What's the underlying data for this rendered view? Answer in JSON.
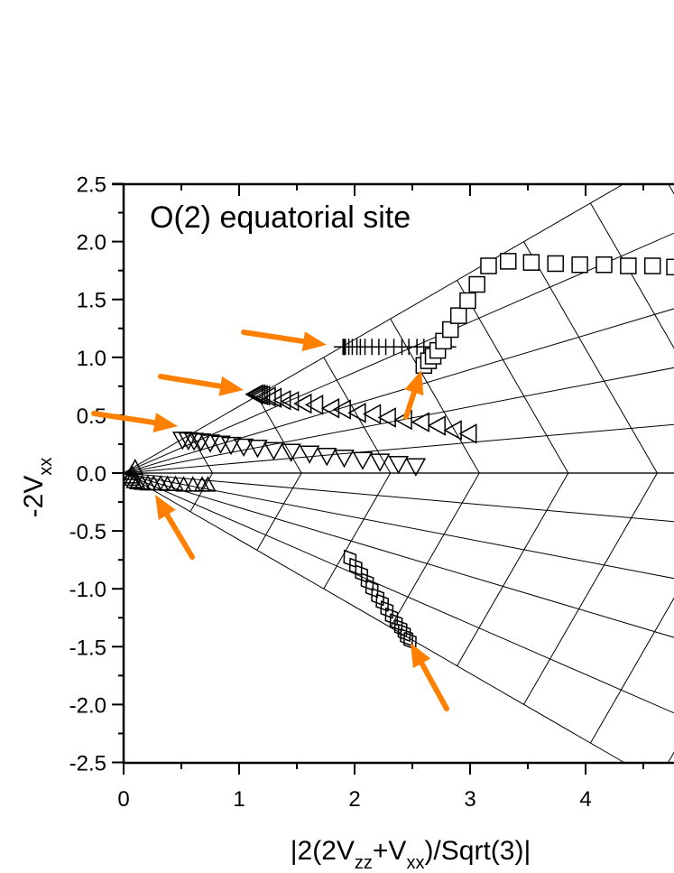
{
  "chart_data": {
    "type": "scatter",
    "title": "O(2) equatorial site",
    "xlabel": {
      "main1": "|2(2V",
      "sub1": "zz",
      "main2": "+V",
      "sub2": "xx",
      "main3": ")/Sqrt(3)|"
    },
    "ylabel": {
      "main": "-2V",
      "sub": "xx"
    },
    "xlim": [
      0,
      4.77
    ],
    "ylim": [
      -2.5,
      2.5
    ],
    "x_ticks": [
      "0",
      "1",
      "2",
      "3",
      "4"
    ],
    "y_ticks": [
      "-2.5",
      "-2.0",
      "-1.5",
      "-1.0",
      "-0.5",
      "0.0",
      "0.5",
      "1.0",
      "1.5",
      "2.0",
      "2.5"
    ],
    "grid": {
      "radial_slopes": [
        0,
        0.088,
        0.191,
        0.298,
        0.435,
        0.577,
        -0.088,
        -0.191,
        -0.298,
        -0.435,
        -0.577
      ],
      "arc_axis_spacing": 0.77,
      "arc_count": 8
    },
    "annotation_color": "#ff8000",
    "series": [
      {
        "marker": "cross",
        "x": [
          1.9,
          1.91,
          1.92,
          1.95,
          1.98,
          2.02,
          2.05,
          2.09,
          2.15,
          2.21,
          2.27,
          2.34,
          2.41,
          2.47,
          2.54,
          2.6
        ],
        "y": [
          1.09,
          1.09,
          1.09,
          1.09,
          1.09,
          1.09,
          1.09,
          1.09,
          1.09,
          1.09,
          1.09,
          1.09,
          1.09,
          1.09,
          1.09,
          1.09
        ]
      },
      {
        "marker": "square",
        "x": [
          2.6,
          2.64,
          2.68,
          2.72,
          2.77,
          2.83,
          2.9,
          2.98,
          3.06,
          3.16,
          3.33,
          3.53,
          3.74,
          3.95,
          4.16,
          4.37,
          4.58,
          4.77
        ],
        "y": [
          0.93,
          0.97,
          1.01,
          1.06,
          1.14,
          1.24,
          1.36,
          1.49,
          1.63,
          1.79,
          1.83,
          1.82,
          1.81,
          1.8,
          1.8,
          1.79,
          1.79,
          1.78
        ]
      },
      {
        "marker": "triangle-left",
        "x": [
          1.14,
          1.16,
          1.18,
          1.2,
          1.25,
          1.3,
          1.38,
          1.45,
          1.56,
          1.66,
          1.8,
          1.9,
          2.03,
          2.16,
          2.29,
          2.43,
          2.58,
          2.72,
          2.86,
          2.99
        ],
        "y": [
          0.68,
          0.68,
          0.675,
          0.67,
          0.66,
          0.65,
          0.63,
          0.62,
          0.6,
          0.59,
          0.56,
          0.55,
          0.52,
          0.51,
          0.48,
          0.46,
          0.44,
          0.41,
          0.37,
          0.34
        ]
      },
      {
        "marker": "triangle-down",
        "x": [
          0.51,
          0.56,
          0.61,
          0.67,
          0.75,
          0.84,
          0.93,
          1.04,
          1.16,
          1.3,
          1.45,
          1.61,
          1.76,
          1.91,
          2.07,
          2.22,
          2.38,
          2.53
        ],
        "y": [
          0.29,
          0.285,
          0.28,
          0.275,
          0.265,
          0.255,
          0.245,
          0.23,
          0.22,
          0.2,
          0.185,
          0.17,
          0.15,
          0.135,
          0.115,
          0.1,
          0.08,
          0.06
        ]
      },
      {
        "marker": "triangle-up",
        "x": [
          0.1,
          0.07,
          0.06,
          0.07,
          0.09,
          0.12,
          0.16,
          0.21,
          0.26,
          0.32,
          0.38,
          0.45,
          0.52,
          0.6,
          0.68,
          0.73
        ],
        "y": [
          0.05,
          0.0,
          -0.03,
          -0.05,
          -0.07,
          -0.08,
          -0.085,
          -0.09,
          -0.09,
          -0.09,
          -0.095,
          -0.095,
          -0.1,
          -0.1,
          -0.1,
          -0.1
        ]
      },
      {
        "marker": "diamond",
        "x": [
          1.96,
          2.01,
          2.06,
          2.11,
          2.15,
          2.2,
          2.24,
          2.28,
          2.32,
          2.36,
          2.4,
          2.43,
          2.45,
          2.48
        ],
        "y": [
          -0.74,
          -0.81,
          -0.87,
          -0.94,
          -1.0,
          -1.07,
          -1.12,
          -1.18,
          -1.24,
          -1.29,
          -1.34,
          -1.38,
          -1.42,
          -1.45
        ]
      }
    ]
  }
}
